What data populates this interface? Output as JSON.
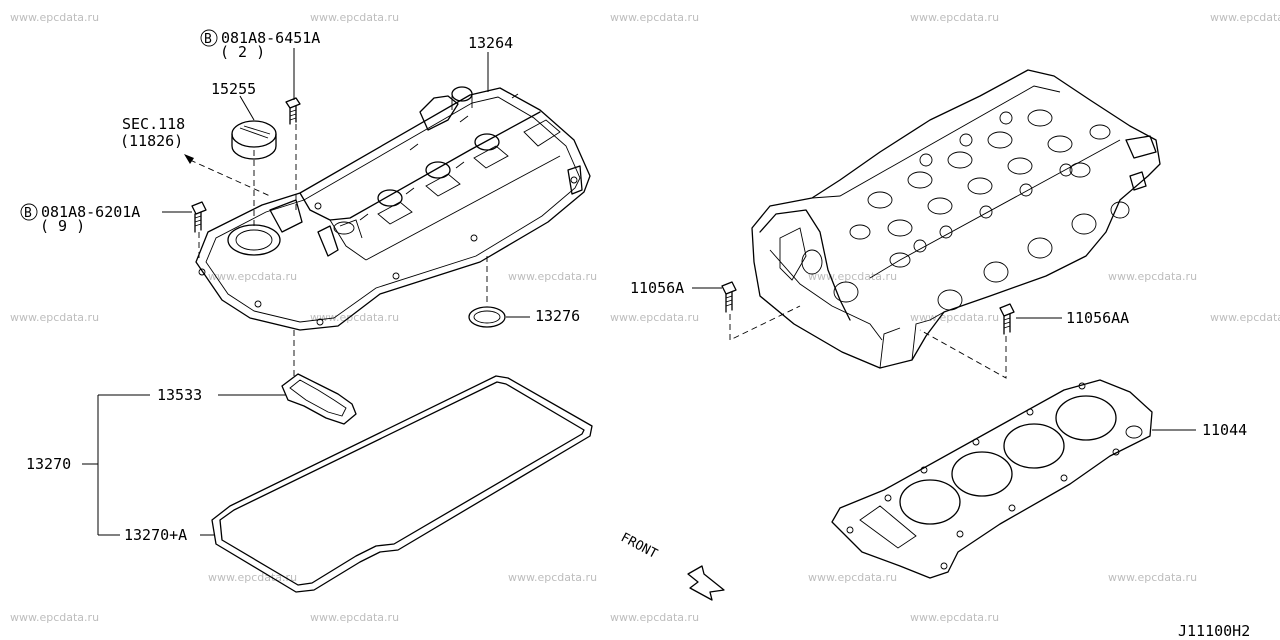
{
  "watermark": "www.epcdata.ru",
  "diagram_code": "J11100H2",
  "direction_label": "FRONT",
  "parts": {
    "bolt_cover": {
      "symbol": "B",
      "number": "081A8-6451A",
      "qty": "( 2 )"
    },
    "rocker_cover": "13264",
    "oil_cap": "15255",
    "section_ref": {
      "sec": "SEC.118",
      "code": "(11826)"
    },
    "bolt_side": {
      "symbol": "B",
      "number": "081A8-6201A",
      "qty": "( 9 )"
    },
    "plug_seal": "13276",
    "gasket_small": "13533",
    "gasket_set": "13270",
    "gasket_main": "13270+A",
    "bolt_head_a": "11056A",
    "bolt_head_aa": "11056AA",
    "head_gasket": "11044"
  }
}
